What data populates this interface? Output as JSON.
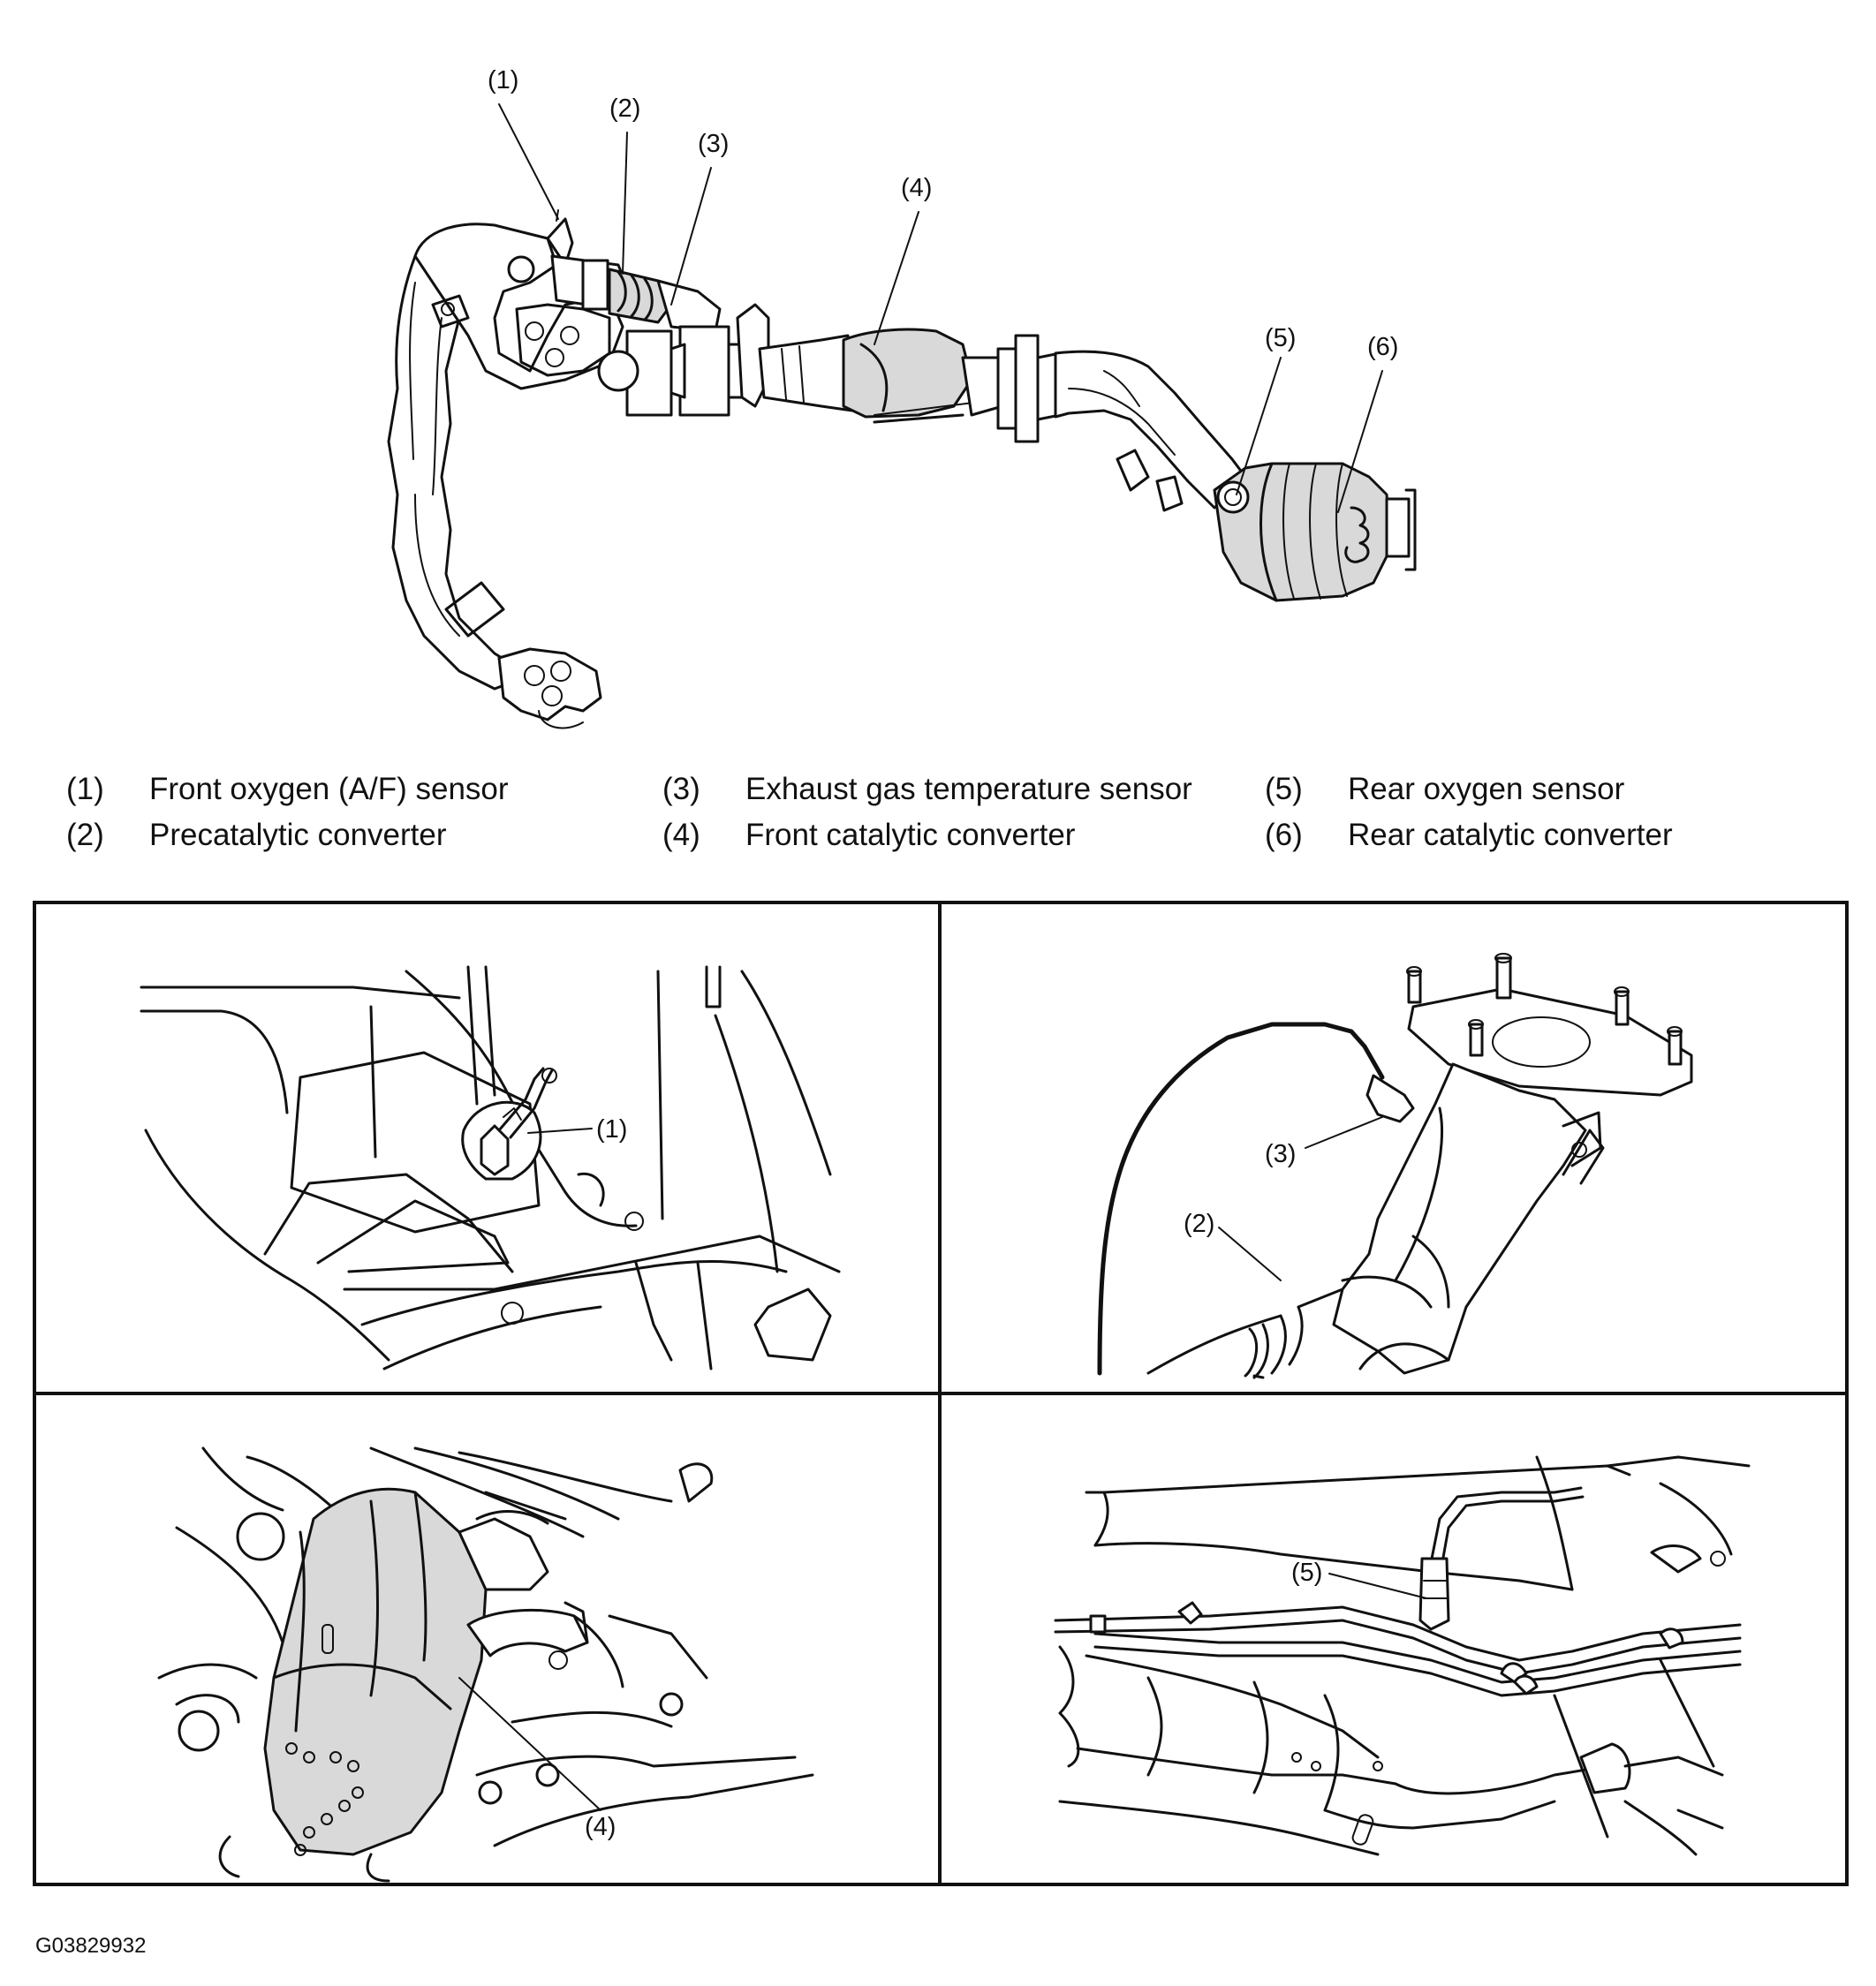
{
  "callouts": {
    "c1": "(1)",
    "c2": "(2)",
    "c3": "(3)",
    "c4": "(4)",
    "c5": "(5)",
    "c6": "(6)"
  },
  "legend": [
    {
      "num": "(1)",
      "label": "Front oxygen (A/F) sensor"
    },
    {
      "num": "(2)",
      "label": "Precatalytic converter"
    },
    {
      "num": "(3)",
      "label": "Exhaust gas temperature sensor"
    },
    {
      "num": "(4)",
      "label": "Front catalytic converter"
    },
    {
      "num": "(5)",
      "label": "Rear oxygen sensor"
    },
    {
      "num": "(6)",
      "label": "Rear catalytic converter"
    }
  ],
  "figure_code": "G03829932"
}
